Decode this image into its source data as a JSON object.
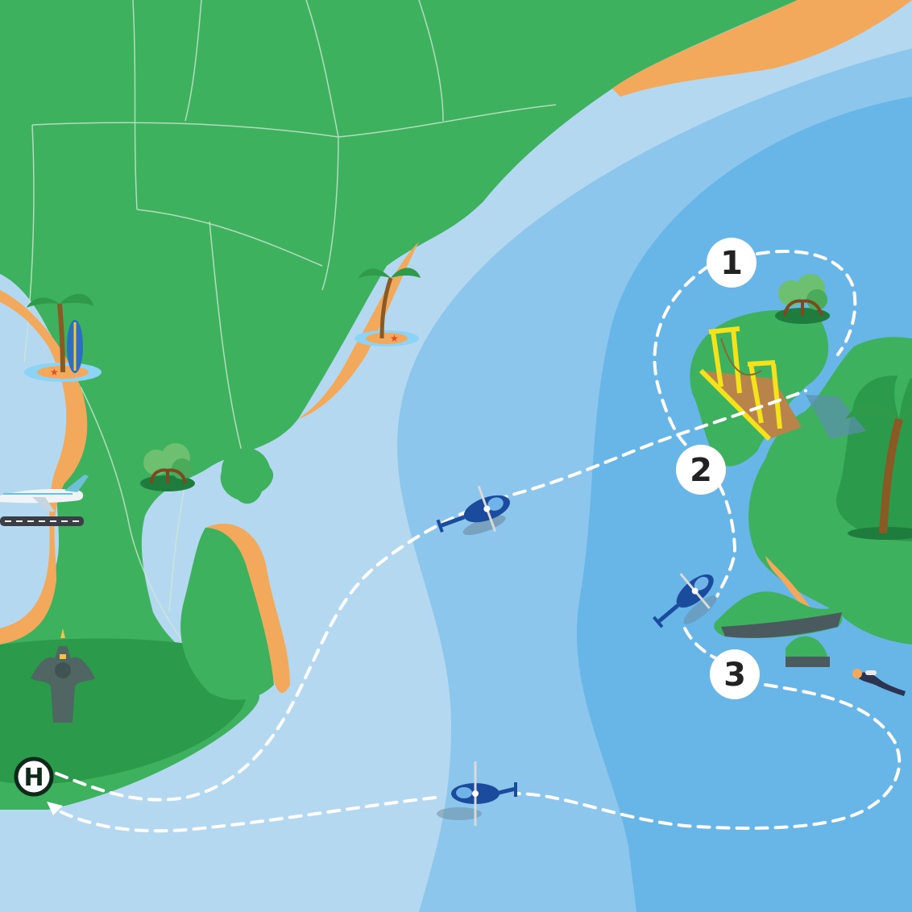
{
  "map": {
    "colors": {
      "sea_light": "#b5d8f1",
      "sea_mid": "#8cc6ec",
      "sea_deep": "#68b5e7",
      "land": "#3db15e",
      "land_dark": "#2b9a4b",
      "beach": "#f3a95c",
      "route": "#ffffff",
      "heli": "#1a4b9c",
      "bridge": "#f4e21c"
    },
    "stops": [
      {
        "label": "1"
      },
      {
        "label": "2"
      },
      {
        "label": "3"
      }
    ],
    "heliport": {
      "label": "H",
      "icon": "heliport-icon"
    },
    "icons": {
      "helicopter": "helicopter-icon",
      "airplane": "airplane-icon",
      "palm_tree": "palm-tree-icon",
      "surfboard": "surfboard-icon",
      "mangrove": "mangrove-icon",
      "bridge": "yellow-bridge-icon",
      "statue": "garuda-statue-icon",
      "diver": "diver-icon"
    }
  }
}
